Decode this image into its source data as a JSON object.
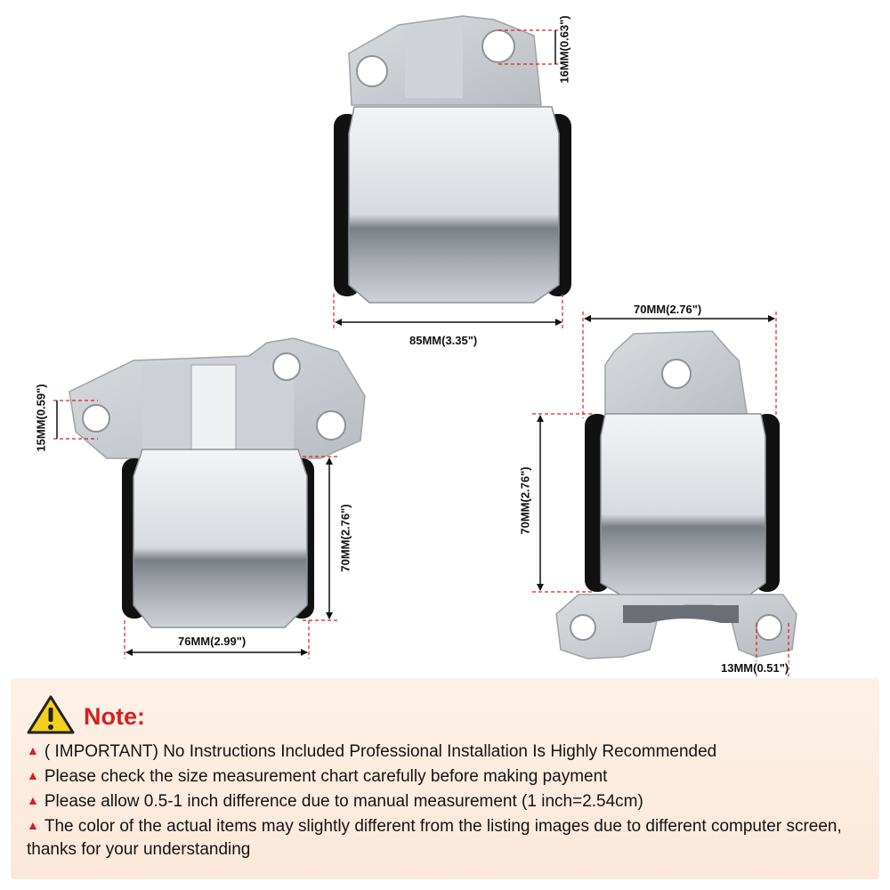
{
  "colors": {
    "dimension_line": "#e01f1f",
    "metal_light": "#e4e6e9",
    "metal_dark": "#6b6f75",
    "bushing": "#111111",
    "note_accent": "#d62020",
    "note_background": "#fbeadc"
  },
  "dimensions": {
    "top_mount": {
      "hole": "16MM(0.63\")",
      "width": "85MM(3.35\")"
    },
    "left_mount": {
      "hole": "15MM(0.59\")",
      "height": "70MM(2.76\")",
      "width": "76MM(2.99\")"
    },
    "right_mount": {
      "width": "70MM(2.76\")",
      "height": "70MM(2.76\")",
      "hole": "13MM(0.51\")"
    }
  },
  "note": {
    "icon": "warning-triangle-icon",
    "title": "Note:",
    "items": [
      "( IMPORTANT) No Instructions Included Professional Installation Is Highly Recommended",
      "Please check the size measurement chart carefully before making payment",
      "Please allow 0.5-1 inch difference due to manual measurement (1 inch=2.54cm)",
      "The color of the actual items may slightly different from the listing images due to different computer screen, thanks for your understanding"
    ]
  }
}
